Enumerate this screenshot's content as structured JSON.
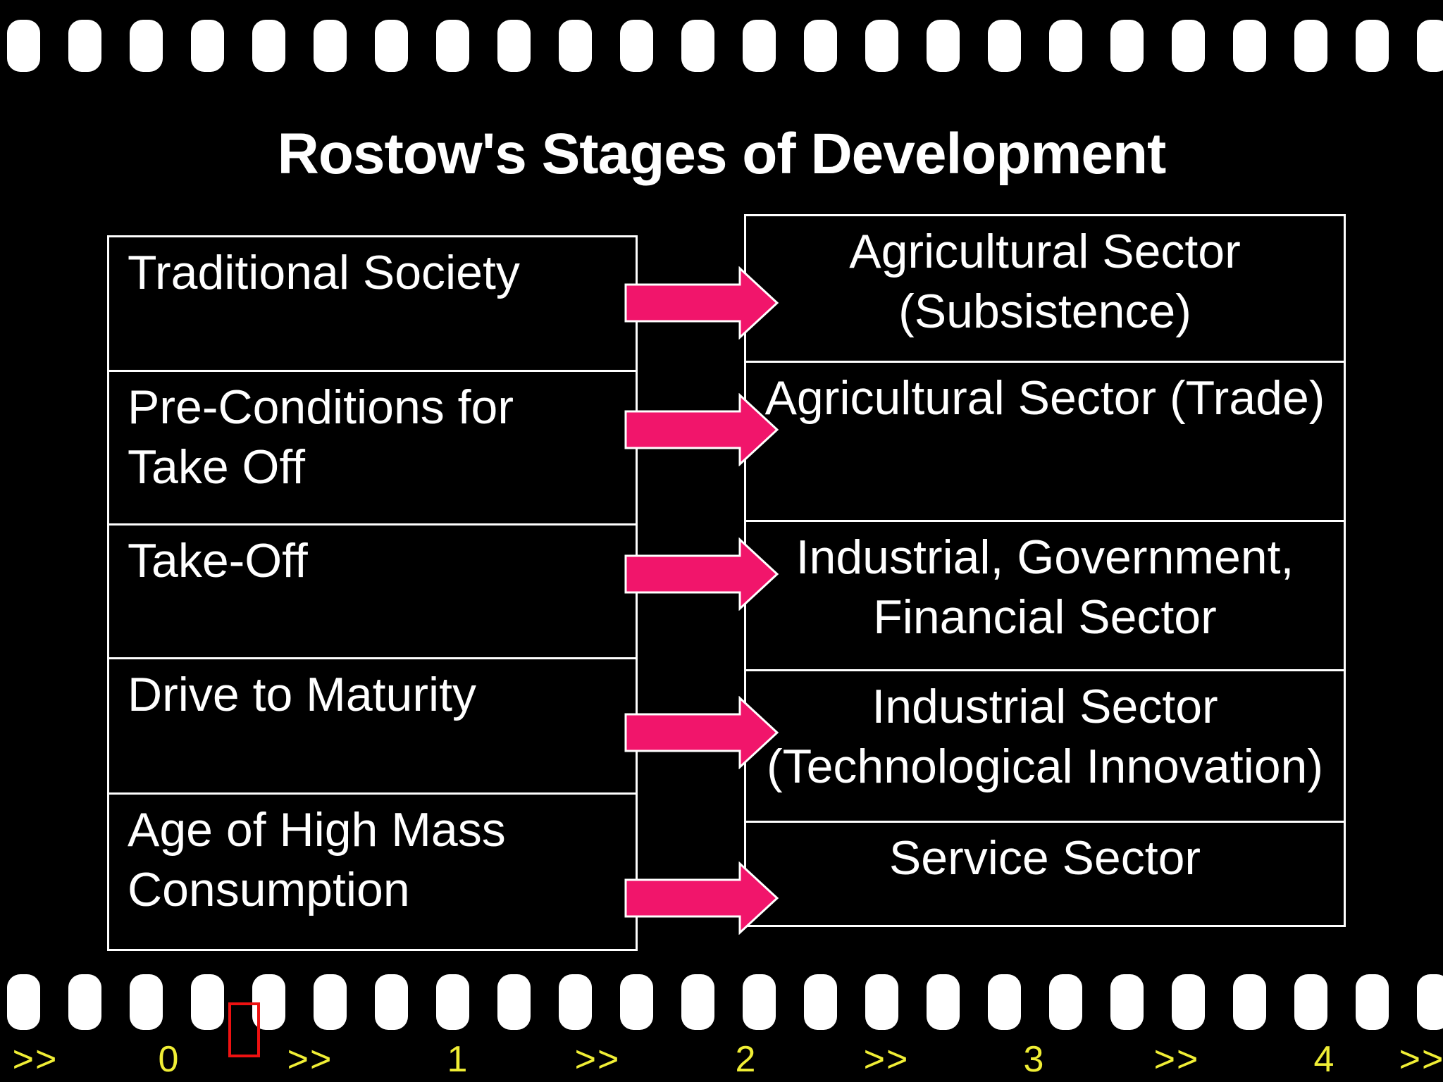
{
  "title": "Rostow's Stages of Development",
  "stages": [
    {
      "stage": "Traditional Society",
      "sector": "Agricultural Sector (Subsistence)"
    },
    {
      "stage": "Pre-Conditions for Take Off",
      "sector": "Agricultural Sector (Trade)"
    },
    {
      "stage": "Take-Off",
      "sector": "Industrial, Government, Financial Sector"
    },
    {
      "stage": "Drive to Maturity",
      "sector": "Industrial Sector (Technological Innovation)"
    },
    {
      "stage": "Age of High Mass Consumption",
      "sector": "Service Sector"
    }
  ],
  "navigation": {
    "items": [
      ">>",
      "0",
      ">>",
      "1",
      ">>",
      "2",
      ">>",
      "3",
      ">>",
      "4",
      ">>"
    ]
  },
  "colors": {
    "pink": "#f1156b",
    "yellow": "#f0ee35",
    "red": "#ee1111",
    "box_border": "#ffffff",
    "text": "#ffffff",
    "background": "#000000"
  }
}
